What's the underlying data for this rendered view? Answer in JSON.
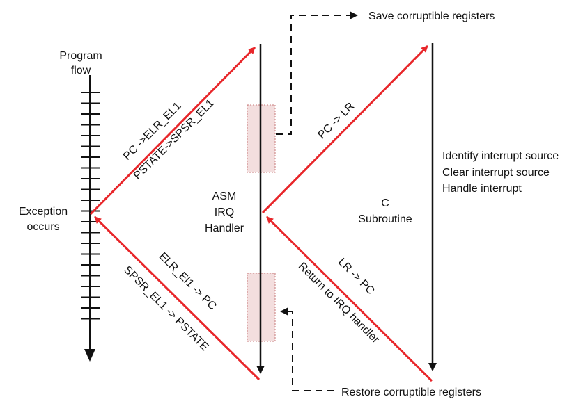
{
  "colors": {
    "red_arrow": "#e8262a",
    "black": "#111111",
    "shade_fill": "#f3dede",
    "shade_border": "#c77a7a"
  },
  "labels": {
    "program_flow": [
      "Program",
      "flow"
    ],
    "exception_occurs": [
      "Exception",
      "occurs"
    ],
    "pc_to_elr": "PC ->ELR_EL1",
    "pstate_to_spsr": "PSTATE->SPSR_EL1",
    "elr_to_pc": "ELR_El1 -> PC",
    "spsr_to_pstate": "SPSR_EL1 -> PSTATE",
    "asm_handler": [
      "ASM",
      "IRQ",
      "Handler"
    ],
    "pc_to_lr": "PC -> LR",
    "lr_to_pc": "LR -> PC",
    "return_to_irq": "Return to IRQ handler",
    "c_subroutine": [
      "C",
      "Subroutine"
    ],
    "c_tasks": [
      "Identify interrupt source",
      "Clear interrupt source",
      "Handle interrupt"
    ],
    "save_regs": "Save corruptible registers",
    "restore_regs": "Restore corruptible registers"
  }
}
